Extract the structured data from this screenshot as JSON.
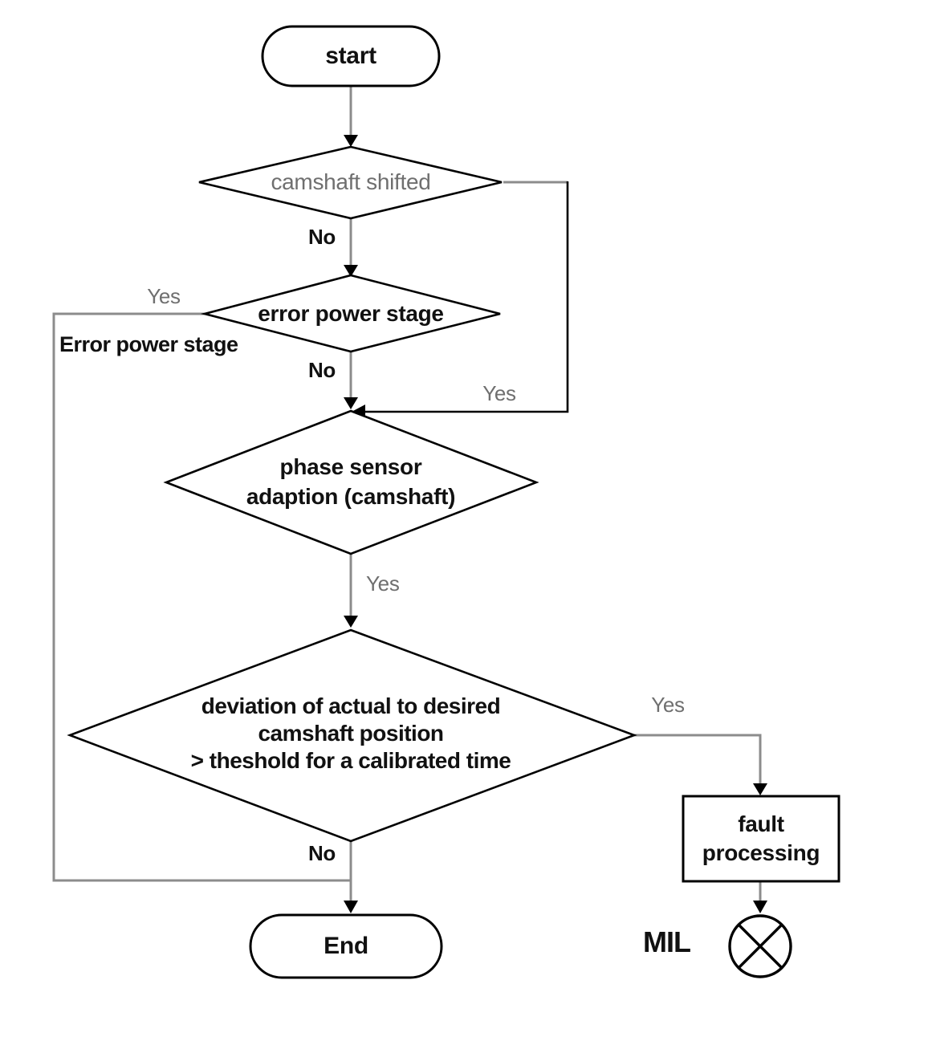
{
  "diagram": {
    "title": "camshaft position monitoring flowchart",
    "colors": {
      "shape_stroke": "#000000",
      "line_gray": "#8c8c8c",
      "text_black": "#111111",
      "text_gray": "#6f6f6f",
      "background": "#ffffff"
    },
    "nodes": {
      "start": {
        "type": "terminator",
        "label": "start"
      },
      "camshaft_shifted": {
        "type": "decision",
        "label": "camshaft shifted"
      },
      "error_power_stage": {
        "type": "decision",
        "label": "error power stage"
      },
      "phase_sensor_adaption": {
        "type": "decision",
        "lines": [
          "phase sensor",
          "adaption (camshaft)"
        ]
      },
      "deviation_check": {
        "type": "decision",
        "lines": [
          "deviation of actual to desired",
          "camshaft position",
          "> theshold for a calibrated time"
        ]
      },
      "fault_processing": {
        "type": "process",
        "lines": [
          "fault",
          "processing"
        ]
      },
      "end": {
        "type": "terminator",
        "label": "End"
      },
      "mil": {
        "label": "MIL",
        "symbol": "lamp-circle-x-icon"
      }
    },
    "edges": {
      "camshaft_shifted_no": "No",
      "camshaft_shifted_yes": "Yes",
      "error_power_stage_no": "No",
      "error_power_stage_yes": "Yes",
      "error_power_stage_note": "Error power stage",
      "phase_sensor_yes": "Yes",
      "deviation_no": "No",
      "deviation_yes": "Yes"
    }
  }
}
